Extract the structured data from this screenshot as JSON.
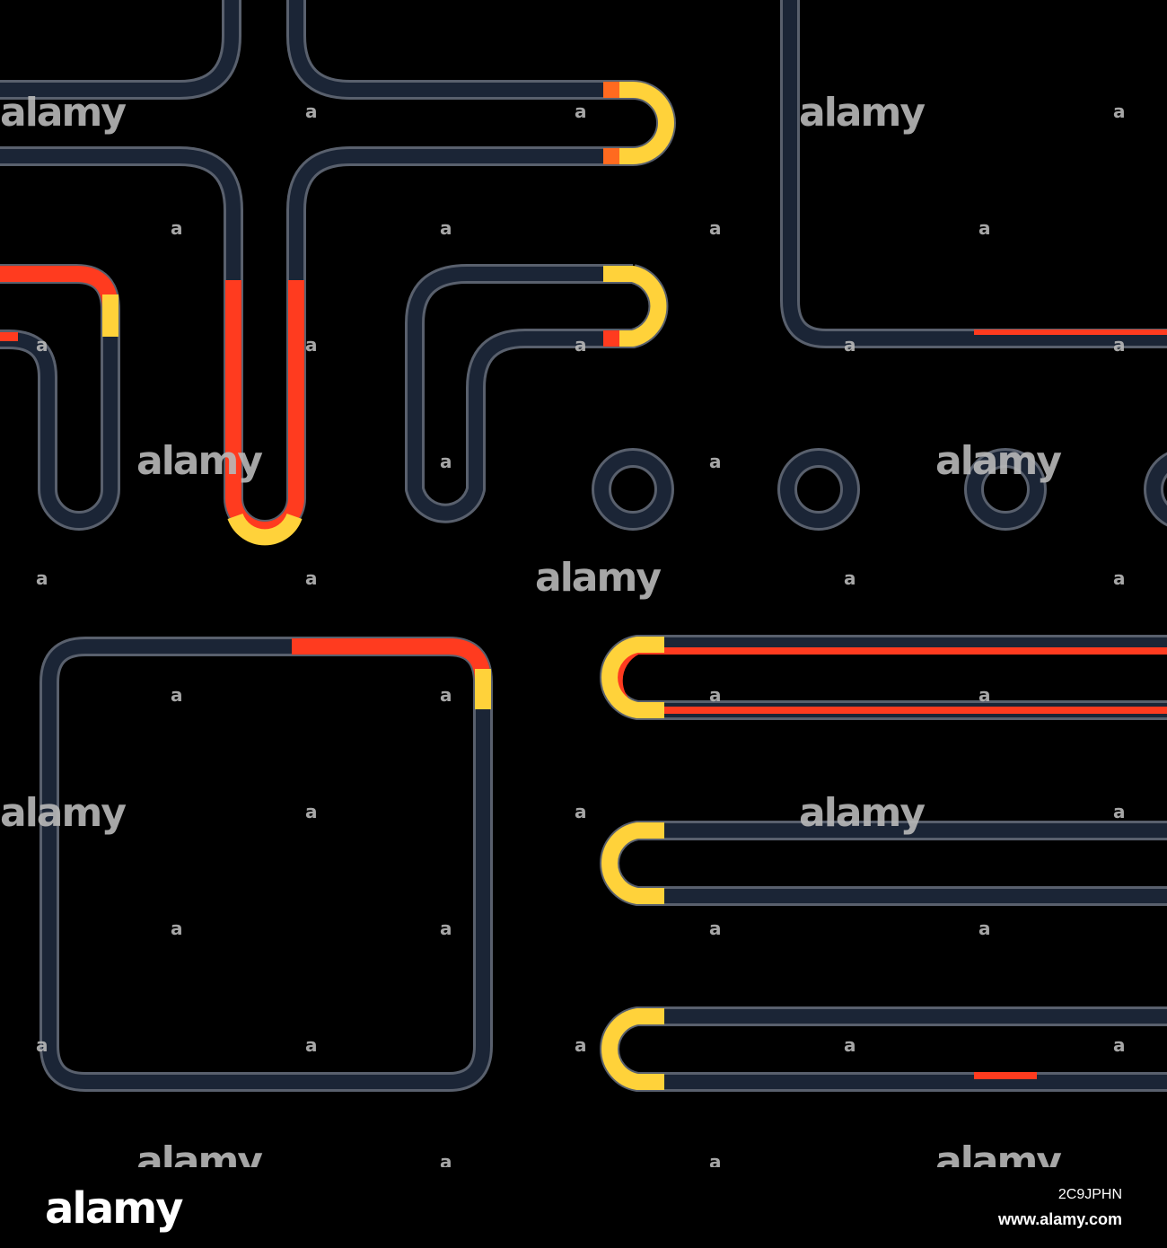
{
  "colors": {
    "background": "#000000",
    "pipe": "#1b2536",
    "pipe_edge": "#59606d",
    "heat_red": "#ff3b1f",
    "heat_orange": "#ff8a1a",
    "heat_yellow": "#ffe84a"
  },
  "watermark": {
    "brand": "alamy",
    "mark": "a"
  },
  "footer": {
    "logo": "alamy",
    "image_id": "2C9JPHN",
    "url": "www.alamy.com"
  }
}
